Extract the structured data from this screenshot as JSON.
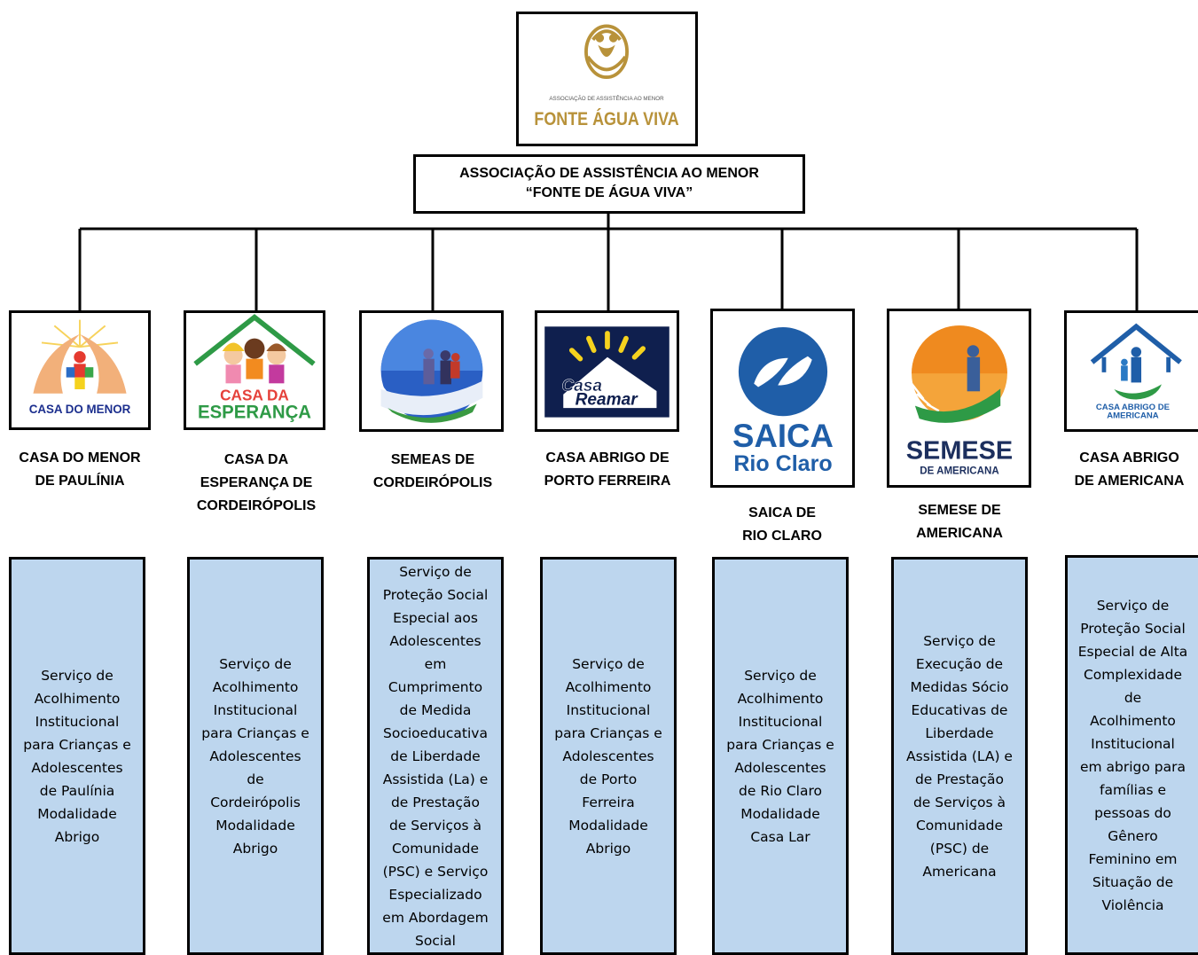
{
  "header": {
    "logo_small_text": "ASSOCIAÇÃO DE ASSISTÊNCIA AO MENOR",
    "logo_main_text": "FONTE ÁGUA VIVA",
    "title_line1": "ASSOCIAÇÃO DE ASSISTÊNCIA  AO MENOR",
    "title_line2": "“FONTE DE ÁGUA VIVA”"
  },
  "units": [
    {
      "logo_text": "CASA DO MENOR",
      "name": "CASA DO MENOR\nDE PAULÍNIA",
      "service": "Serviço de\nAcolhimento\nInstitucional\npara Crianças e\nAdolescentes\nde Paulínia\nModalidade\nAbrigo"
    },
    {
      "logo_text_1": "CASA DA",
      "logo_text_2": "ESPERANÇA",
      "name": "CASA DA\nESPERANÇA DE\nCORDEIRÓPOLIS",
      "service": "Serviço de\nAcolhimento\nInstitucional\npara Crianças e\nAdolescentes\nde\nCordeirópolis\nModalidade\nAbrigo"
    },
    {
      "name": "SEMEAS DE\nCORDEIRÓPOLIS",
      "service": "Serviço de\nProteção Social\nEspecial aos\nAdolescentes\nem\nCumprimento\nde Medida\nSocioeducativa\nde Liberdade\nAssistida (La) e\nde Prestação\nde Serviços à\nComunidade\n(PSC) e Serviço\nEspecializado\nem Abordagem\nSocial"
    },
    {
      "logo_text_1": "Casa",
      "logo_text_2": "Reamar",
      "name": "CASA ABRIGO DE\nPORTO FERREIRA",
      "service": "Serviço de\nAcolhimento\nInstitucional\npara Crianças e\nAdolescentes\nde Porto\nFerreira\nModalidade\nAbrigo"
    },
    {
      "logo_text_1": "SAICA",
      "logo_text_2": "Rio Claro",
      "name": "SAICA DE\nRIO CLARO",
      "service": "Serviço de\nAcolhimento\nInstitucional\npara Crianças e\nAdolescentes\nde Rio Claro\nModalidade\nCasa Lar"
    },
    {
      "logo_text_1": "SEMESE",
      "logo_text_2": "DE AMERICANA",
      "name": "SEMESE  DE\nAMERICANA",
      "service": "Serviço de\nExecução de\nMedidas Sócio\nEducativas de\nLiberdade\nAssistida (LA) e\nde Prestação\nde Serviços à\nComunidade\n(PSC) de\nAmericana"
    },
    {
      "logo_text_1": "CASA ABRIGO DE",
      "logo_text_2": "AMERICANA",
      "name": "CASA ABRIGO\nDE AMERICANA",
      "service": "Serviço de\nProteção Social\nEspecial de Alta\nComplexidade\nde\nAcolhimento\nInstitucional\nem abrigo para\nfamílias e\npessoas do\nGênero\nFeminino em\nSituação de\nViolência"
    }
  ],
  "colors": {
    "service_box_fill": "#bdd6ee",
    "gold": "#b8923a",
    "green": "#2e9a46",
    "blue": "#1f5ea8",
    "orange": "#ef8a1f",
    "navy": "#1c2f5e"
  }
}
